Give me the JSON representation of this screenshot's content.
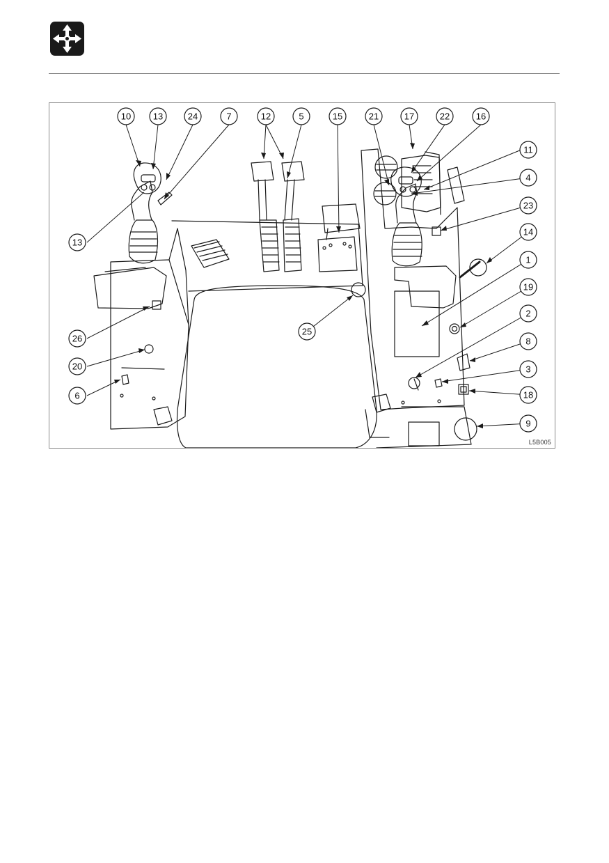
{
  "header": {
    "icon": "four-way-arrows-icon"
  },
  "figure": {
    "code": "L5B005",
    "callouts": [
      "10",
      "13",
      "24",
      "7",
      "12",
      "5",
      "15",
      "21",
      "17",
      "22",
      "16",
      "11",
      "4",
      "23",
      "14",
      "1",
      "19",
      "2",
      "8",
      "3",
      "18",
      "9",
      "25",
      "26",
      "20",
      "6",
      "13"
    ]
  },
  "colors": {
    "line": "#1a1a1a",
    "rule": "#8a8a8a",
    "icon_bg": "#1a1a1a"
  }
}
